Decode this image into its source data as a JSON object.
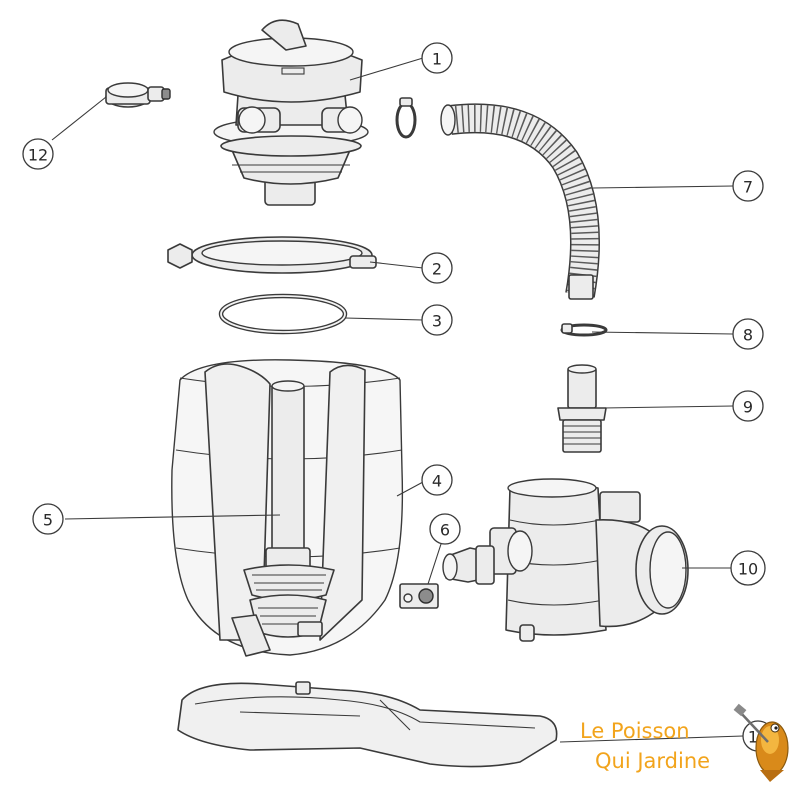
{
  "callouts": [
    {
      "id": "1",
      "label": "1"
    },
    {
      "id": "2",
      "label": "2"
    },
    {
      "id": "3",
      "label": "3"
    },
    {
      "id": "4",
      "label": "4"
    },
    {
      "id": "5",
      "label": "5"
    },
    {
      "id": "6",
      "label": "6"
    },
    {
      "id": "7",
      "label": "7"
    },
    {
      "id": "8",
      "label": "8"
    },
    {
      "id": "9",
      "label": "9"
    },
    {
      "id": "10",
      "label": "10"
    },
    {
      "id": "11",
      "label": "11"
    },
    {
      "id": "12",
      "label": "12"
    }
  ],
  "logo": {
    "line1": "Le Poisson",
    "line2": "Qui Jardine",
    "text_color": "#f2a41c",
    "icon": "fish-gardener-icon"
  }
}
